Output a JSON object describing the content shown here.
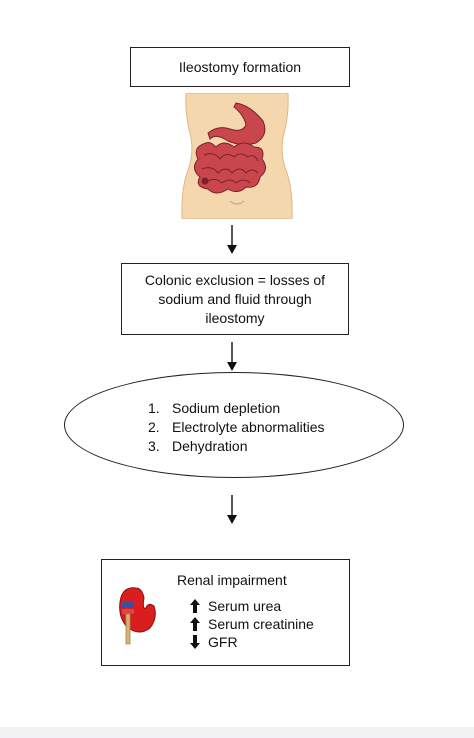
{
  "boxes": {
    "top": "Ileostomy formation",
    "middle_lines": [
      "Colonic exclusion = losses of",
      "sodium and fluid through",
      "ileostomy"
    ]
  },
  "consequences": [
    {
      "num": "1.",
      "text": "Sodium depletion"
    },
    {
      "num": "2.",
      "text": "Electrolyte abnormalities"
    },
    {
      "num": "3.",
      "text": "Dehydration"
    }
  ],
  "renal": {
    "title": "Renal impairment",
    "effects": [
      {
        "direction": "up",
        "text": "Serum urea"
      },
      {
        "direction": "up",
        "text": "Serum creatinine"
      },
      {
        "direction": "down",
        "text": "GFR"
      }
    ]
  },
  "icons": {
    "torso": "abdomen-with-ileostomy-illustration",
    "kidney": "kidney-illustration",
    "arrow": "down-arrow-icon"
  },
  "colors": {
    "skin": "#f5d7ae",
    "organ": "#c9464d",
    "kidney": "#d81e1e"
  }
}
